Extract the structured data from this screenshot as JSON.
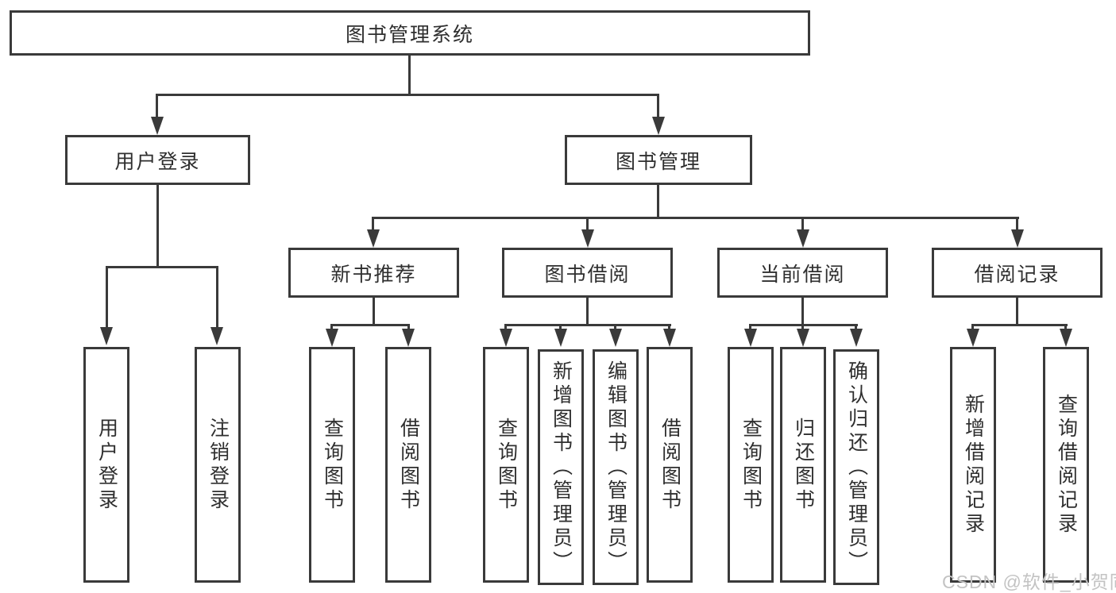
{
  "colors": {
    "line": "#3a3a3a",
    "text": "#2f2f2f",
    "watermark": "#c3c3c3",
    "background": "#ffffff"
  },
  "watermark": "CSDN @软件_小贺同学",
  "tree": {
    "root": {
      "label": "图书管理系统"
    },
    "branches": [
      {
        "label": "用户登录",
        "children": [
          {
            "label": "用户登录"
          },
          {
            "label": "注销登录"
          }
        ]
      },
      {
        "label": "图书管理",
        "children": [
          {
            "label": "新书推荐",
            "children": [
              {
                "label": "查询图书"
              },
              {
                "label": "借阅图书"
              }
            ]
          },
          {
            "label": "图书借阅",
            "children": [
              {
                "label": "查询图书"
              },
              {
                "label": "新增图书（管理员）"
              },
              {
                "label": "编辑图书（管理员）"
              },
              {
                "label": "借阅图书"
              }
            ]
          },
          {
            "label": "当前借阅",
            "children": [
              {
                "label": "查询图书"
              },
              {
                "label": "归还图书"
              },
              {
                "label": "确认归还（管理员）"
              }
            ]
          },
          {
            "label": "借阅记录",
            "children": [
              {
                "label": "新增借阅记录"
              },
              {
                "label": "查询借阅记录"
              }
            ]
          }
        ]
      }
    ]
  }
}
